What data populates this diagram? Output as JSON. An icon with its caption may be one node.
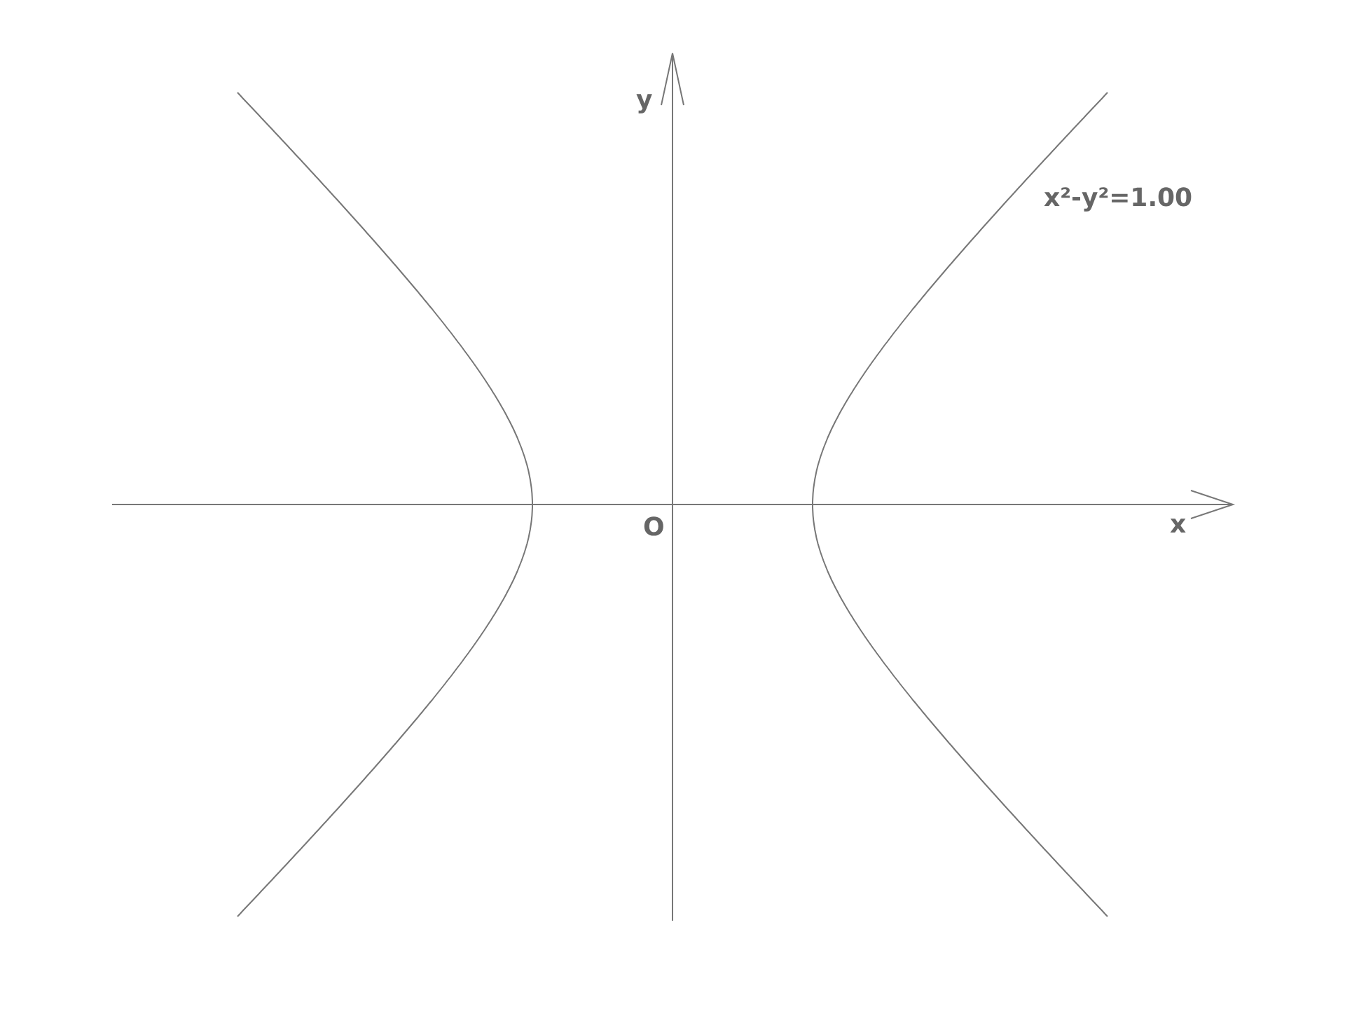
{
  "diagram": {
    "labels": [
      "y",
      "x²-y²=1.00",
      "O",
      "x"
    ]
  }
}
